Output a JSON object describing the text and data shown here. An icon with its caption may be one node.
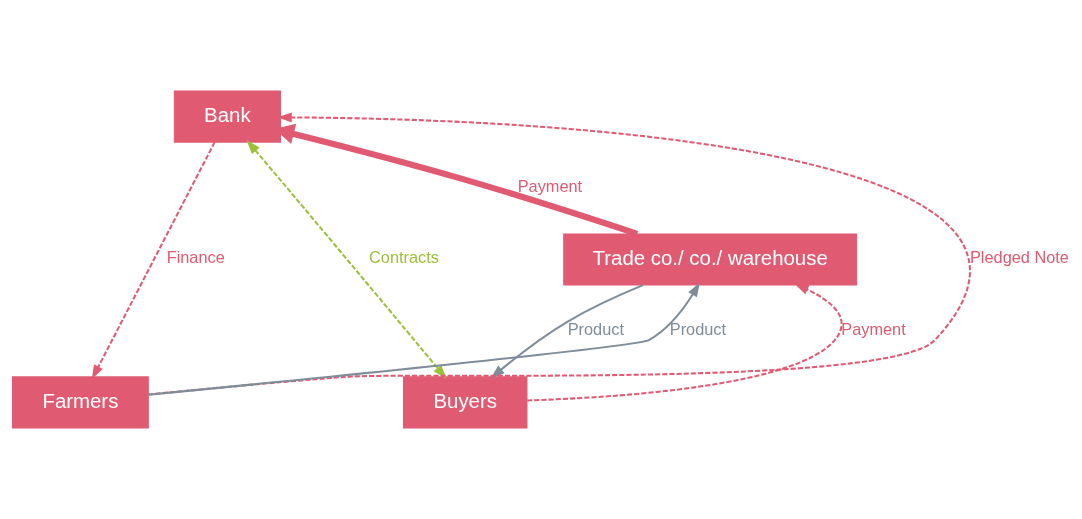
{
  "diagram": {
    "nodes": [
      {
        "text": [
          "Bank"
        ]
      },
      {
        "text": [
          "Trade co./ co./ warehouse"
        ]
      },
      {
        "text": [
          "Farmers"
        ]
      },
      {
        "text": [
          "Buyers"
        ]
      }
    ],
    "edges": [
      {
        "from": 2,
        "to": 0,
        "arrow": "to",
        "label": "Pledged Note",
        "style": "dashed"
      },
      {
        "from": 1,
        "to": 0,
        "arrow": "to",
        "label": "Payment",
        "style": "thick"
      },
      {
        "from": 3,
        "to": 1,
        "arrow": "to",
        "label": "Payment",
        "style": "dashed"
      },
      {
        "from": 2,
        "to": 1,
        "arrow": "to",
        "label": "Product",
        "color": "#7f8c99"
      },
      {
        "from": 1,
        "to": 3,
        "arrow": "to",
        "label": "Product",
        "color": "#7f8c99"
      },
      {
        "from": 0,
        "to": 2,
        "arrow": "to",
        "label": "Finance",
        "style": "dashed"
      },
      {
        "from": 0,
        "to": 3,
        "arrow": "both",
        "label": "Contracts",
        "style": "dashed",
        "color": "#9bbf3a"
      }
    ]
  }
}
